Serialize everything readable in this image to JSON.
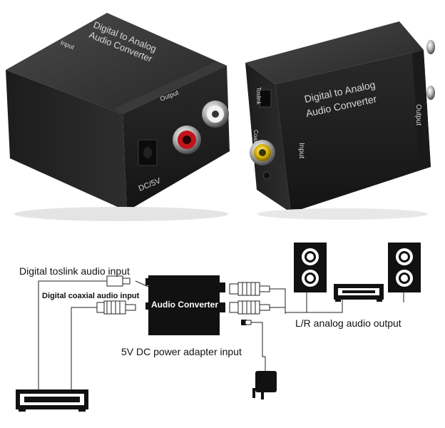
{
  "product_photo": {
    "left_unit": {
      "top_label_line1": "Digital  to Analog",
      "top_label_line2": "Audio Converter",
      "input_label": "Input",
      "output_label": "Output",
      "power_label": "DC/5V"
    },
    "right_unit": {
      "label_line1": "Digital  to Analog",
      "label_line2": "Audio Converter",
      "toslink_label": "Toslink",
      "coax_label": "Coax",
      "input_label": "Input",
      "output_label": "Output"
    }
  },
  "connection_diagram": {
    "toslink_input": "Digital  toslink audio input",
    "coaxial_input": "Digital  coaxial audio input",
    "converter_label": "Audio Converter",
    "analog_output": "L/R analog audio output",
    "power_input": "5V DC power adapter input"
  }
}
